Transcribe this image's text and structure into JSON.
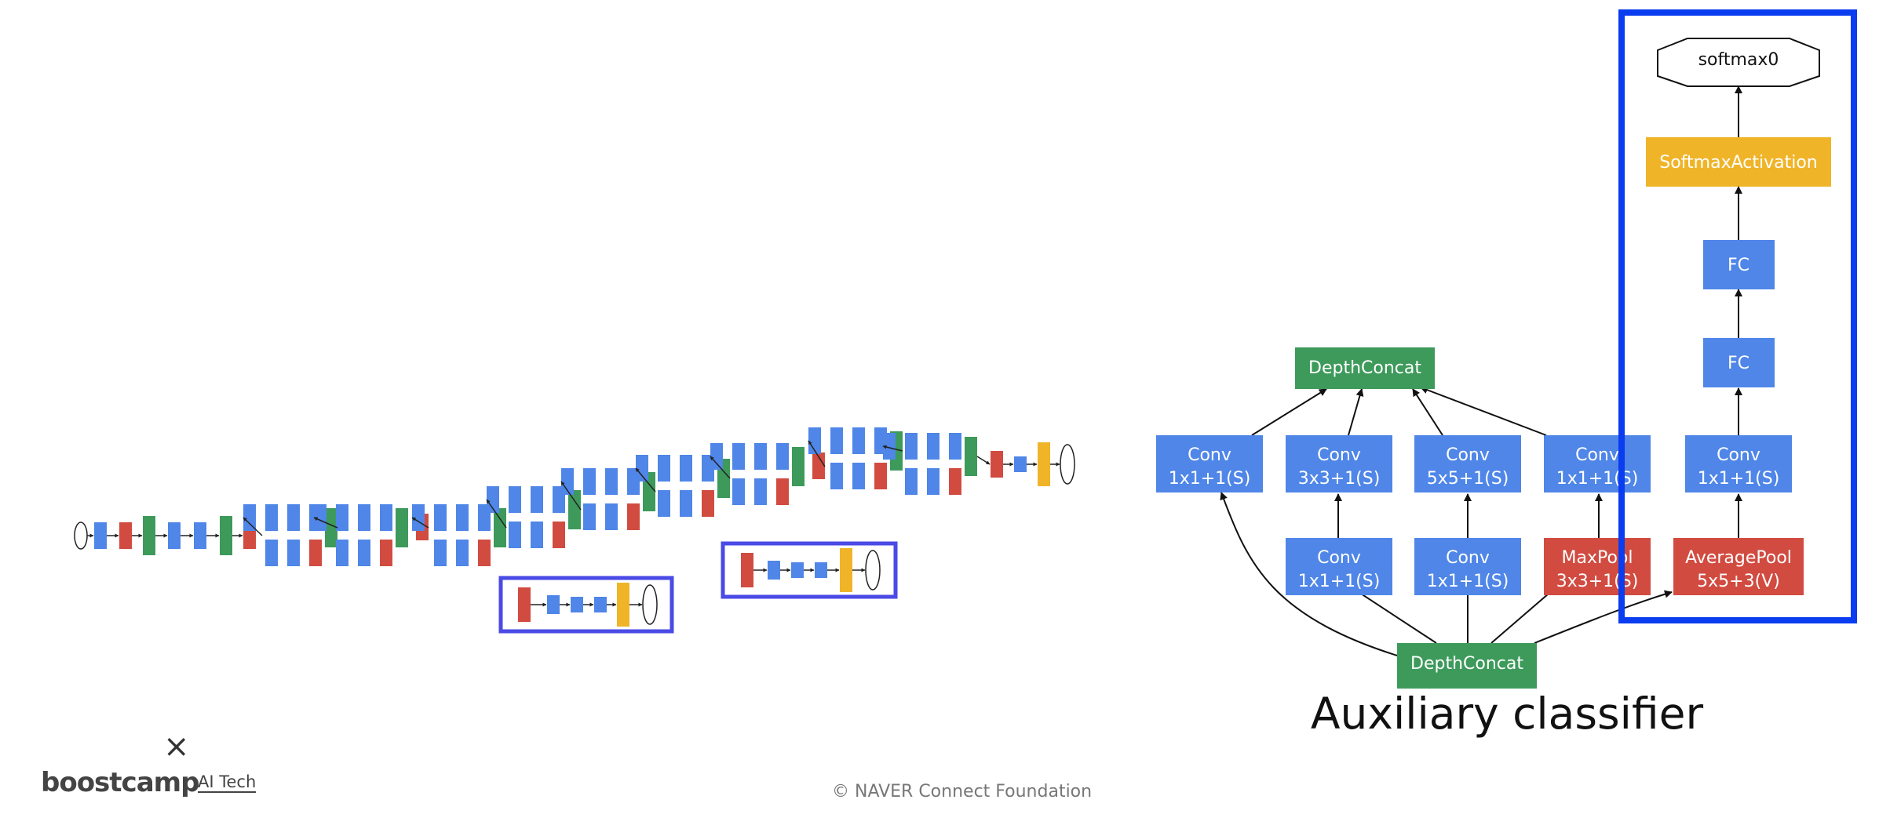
{
  "caption": "Auxiliary classifier",
  "branding": {
    "x_glyph": "×",
    "wordmark": "boostcamp",
    "sub": "AI Tech"
  },
  "footer": {
    "copyright": "© NAVER Connect Foundation"
  },
  "aux": {
    "softmax": "softmax0",
    "softmax_activation": "SoftmaxActivation",
    "fc_top": "FC",
    "fc_bottom": "FC",
    "aux_conv_l1": "Conv",
    "aux_conv_l2": "1x1+1(S)",
    "avgpool_l1": "AveragePool",
    "avgpool_l2": "5x5+3(V)",
    "depthconcat_top": "DepthConcat",
    "depthconcat_bottom": "DepthConcat",
    "branch_conv_a_l1": "Conv",
    "branch_conv_a_l2": "1x1+1(S)",
    "branch_conv_b_l1": "Conv",
    "branch_conv_b_l2": "3x3+1(S)",
    "branch_conv_c_l1": "Conv",
    "branch_conv_c_l2": "5x5+1(S)",
    "branch_conv_d_l1": "Conv",
    "branch_conv_d_l2": "1x1+1(S)",
    "reduce_b_l1": "Conv",
    "reduce_b_l2": "1x1+1(S)",
    "reduce_c_l1": "Conv",
    "reduce_c_l2": "1x1+1(S)",
    "maxpool_l1": "MaxPool",
    "maxpool_l2": "3x3+1(S)"
  },
  "colors": {
    "conv": "#4f86e8",
    "pool": "#d24b40",
    "concat": "#3d9a5b",
    "softmax_act": "#f0b429",
    "highlight": "#0a3cf0",
    "mini_highlight": "#4a4ae6"
  }
}
